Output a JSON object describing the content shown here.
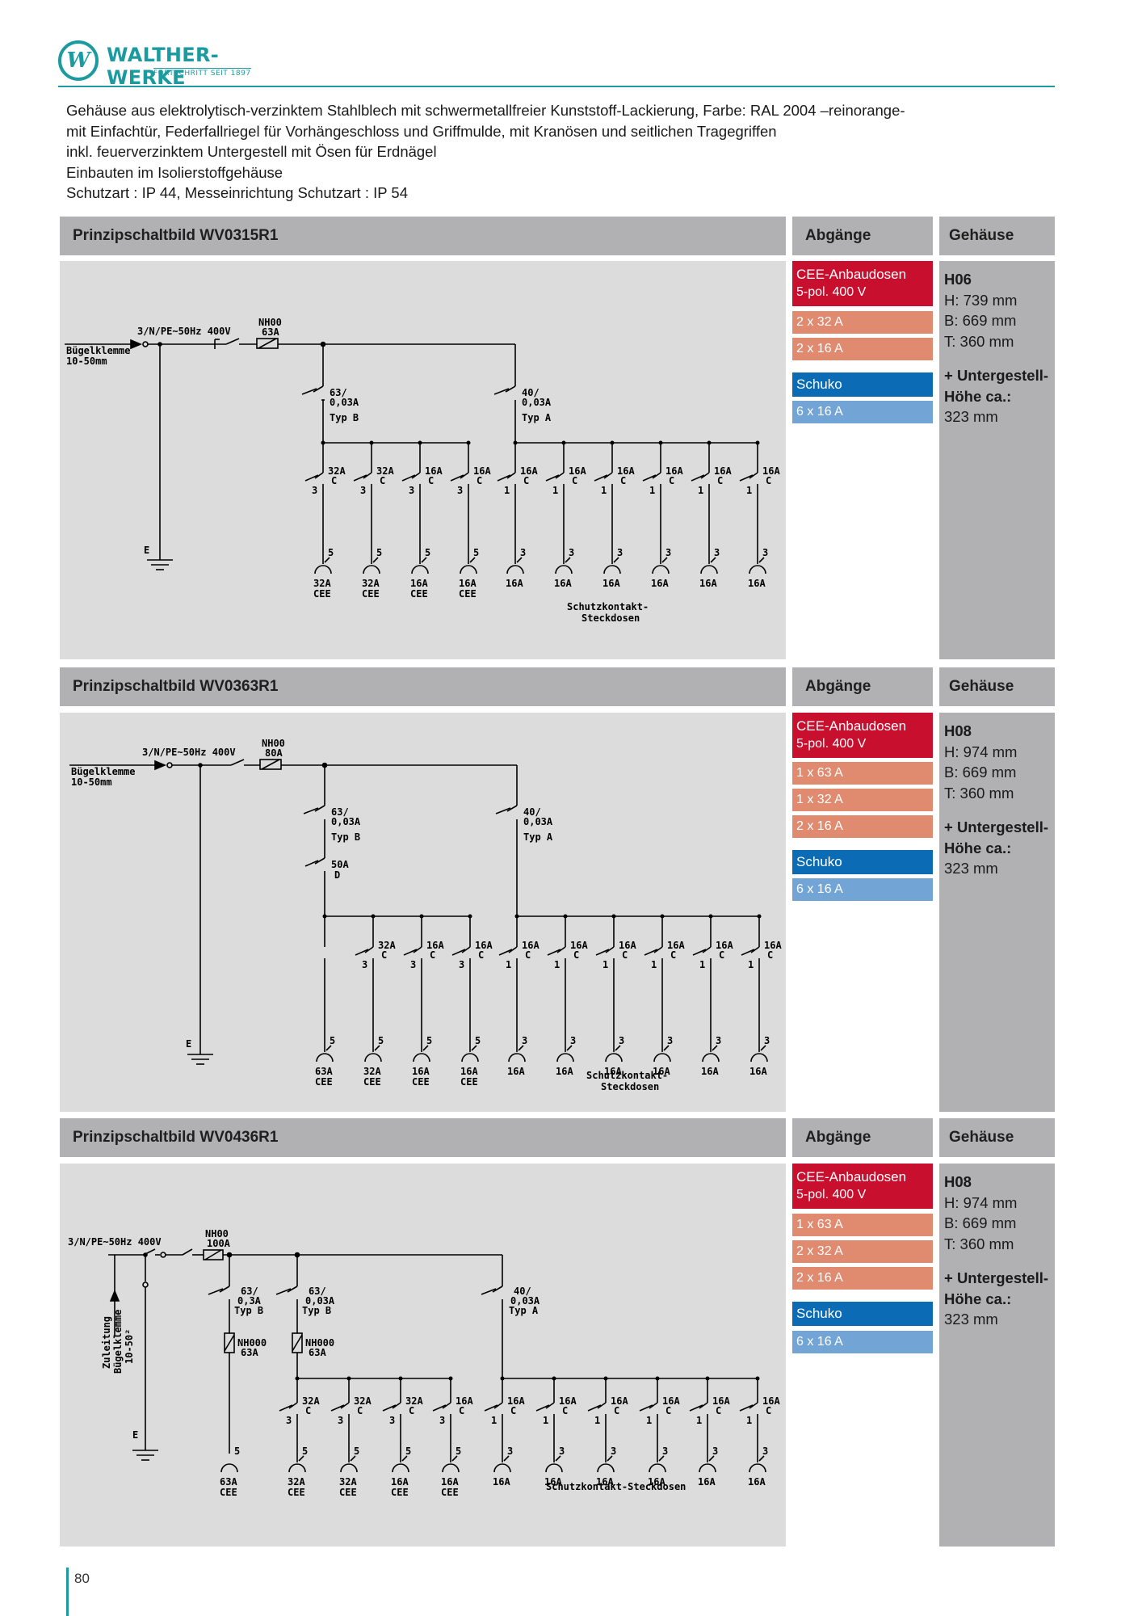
{
  "brand": {
    "name": "WALTHER-WERKE",
    "tagline": "FORTSCHRITT SEIT 1897",
    "logo_letters": "W",
    "color": "#1b9aa0"
  },
  "intro": [
    "Gehäuse aus elektrolytisch-verzinktem Stahlblech mit schwermetallfreier Kunststoff-Lackierung, Farbe: RAL 2004 –reinorange-",
    "mit Einfachtür, Federfallriegel für Vorhängeschloss und Griffmulde, mit Kranösen und seitlichen Tragegriffen",
    "inkl. feuerverzinktem Untergestell mit Ösen für Erdnägel",
    "Einbauten im Isolierstoffgehäuse",
    "Schutzart : IP 44, Messeinrichtung Schutzart : IP 54"
  ],
  "columns": {
    "outlets": "Abgänge",
    "housing": "Gehäuse"
  },
  "sections": [
    {
      "title": "Prinzipschaltbild WV0315R1",
      "supply": "3/N/PE~50Hz 400V",
      "terminal": [
        "Bügelklemme",
        "10-50mm"
      ],
      "fuse": [
        "NH00",
        "63A"
      ],
      "rcds": [
        [
          "63/",
          "0,03A",
          "Typ B"
        ],
        [
          "40/",
          "0,03A",
          "Typ A"
        ]
      ],
      "mcbs": [
        [
          "32A",
          "C"
        ],
        [
          "32A",
          "C"
        ],
        [
          "16A",
          "C"
        ],
        [
          "16A",
          "C"
        ],
        [
          "16A",
          "C"
        ],
        [
          "16A",
          "C"
        ],
        [
          "16A",
          "C"
        ],
        [
          "16A",
          "C"
        ],
        [
          "16A",
          "C"
        ],
        [
          "16A",
          "C"
        ]
      ],
      "sockets": [
        [
          "32A",
          "CEE"
        ],
        [
          "32A",
          "CEE"
        ],
        [
          "16A",
          "CEE"
        ],
        [
          "16A",
          "CEE"
        ],
        [
          "16A",
          ""
        ],
        [
          "16A",
          ""
        ],
        [
          "16A",
          ""
        ],
        [
          "16A",
          ""
        ],
        [
          "16A",
          ""
        ],
        [
          "16A",
          ""
        ]
      ],
      "schuko_label": [
        "Schutzkontakt-",
        "Steckdosen"
      ],
      "earth": "E",
      "outlets": {
        "cee_title": "CEE-Anbaudosen",
        "cee_sub": "5-pol. 400 V",
        "cee_items": [
          "2 x 32 A",
          "2 x 16 A"
        ],
        "schuko_title": "Schuko",
        "schuko_items": [
          "6 x 16 A"
        ]
      },
      "housing": {
        "code": "H06",
        "h": "H: 739 mm",
        "b": "B: 669 mm",
        "t": "T: 360 mm",
        "extra1": "+ Untergestell-",
        "extra2": "Höhe ca.:",
        "extra3": "323 mm"
      }
    },
    {
      "title": "Prinzipschaltbild WV0363R1",
      "supply": "3/N/PE~50Hz 400V",
      "terminal": [
        "Bügelklemme",
        "10-50mm"
      ],
      "fuse": [
        "NH00",
        "80A"
      ],
      "rcds": [
        [
          "63/",
          "0,03A",
          "Typ B"
        ],
        [
          "40/",
          "0,03A",
          "Typ A"
        ]
      ],
      "main_mcb": [
        "50A",
        "D"
      ],
      "mcbs": [
        [
          "32A",
          "C"
        ],
        [
          "16A",
          "C"
        ],
        [
          "16A",
          "C"
        ],
        [
          "16A",
          "C"
        ],
        [
          "16A",
          "C"
        ],
        [
          "16A",
          "C"
        ],
        [
          "16A",
          "C"
        ],
        [
          "16A",
          "C"
        ],
        [
          "16A",
          "C"
        ]
      ],
      "sockets": [
        [
          "63A",
          "CEE"
        ],
        [
          "32A",
          "CEE"
        ],
        [
          "16A",
          "CEE"
        ],
        [
          "16A",
          "CEE"
        ],
        [
          "16A",
          ""
        ],
        [
          "16A",
          ""
        ],
        [
          "16A",
          ""
        ],
        [
          "16A",
          ""
        ],
        [
          "16A",
          ""
        ],
        [
          "16A",
          ""
        ]
      ],
      "schuko_label": [
        "Schutzkontakt-",
        "Steckdosen"
      ],
      "earth": "E",
      "outlets": {
        "cee_title": "CEE-Anbaudosen",
        "cee_sub": "5-pol. 400 V",
        "cee_items": [
          "1 x 63 A",
          "1 x 32 A",
          "2 x 16 A"
        ],
        "schuko_title": "Schuko",
        "schuko_items": [
          "6 x 16 A"
        ]
      },
      "housing": {
        "code": "H08",
        "h": "H: 974 mm",
        "b": "B: 669 mm",
        "t": "T: 360 mm",
        "extra1": "+ Untergestell-",
        "extra2": "Höhe ca.:",
        "extra3": "323 mm"
      }
    },
    {
      "title": "Prinzipschaltbild WV0436R1",
      "supply": "3/N/PE~50Hz 400V",
      "terminal": [
        "Zuleitung",
        "Bügelklemme",
        "10-50²"
      ],
      "fuse": [
        "NH00",
        "100A"
      ],
      "rcds": [
        [
          "63/",
          "0,3A",
          "Typ B"
        ],
        [
          "63/",
          "0,03A",
          "Typ B"
        ],
        [
          "40/",
          "0,03A",
          "Typ A"
        ]
      ],
      "sub_fuses": [
        [
          "NH000",
          "63A"
        ],
        [
          "NH000",
          "63A"
        ]
      ],
      "mcbs": [
        [
          "32A",
          "C"
        ],
        [
          "32A",
          "C"
        ],
        [
          "32A",
          "C"
        ],
        [
          "16A",
          "C"
        ],
        [
          "16A",
          "C"
        ],
        [
          "16A",
          "C"
        ],
        [
          "16A",
          "C"
        ],
        [
          "16A",
          "C"
        ],
        [
          "16A",
          "C"
        ],
        [
          "16A",
          "C"
        ]
      ],
      "sockets": [
        [
          "63A",
          "CEE"
        ],
        [
          "32A",
          "CEE"
        ],
        [
          "32A",
          "CEE"
        ],
        [
          "16A",
          "CEE"
        ],
        [
          "16A",
          "CEE"
        ],
        [
          "16A",
          ""
        ],
        [
          "16A",
          ""
        ],
        [
          "16A",
          ""
        ],
        [
          "16A",
          ""
        ],
        [
          "16A",
          ""
        ],
        [
          "16A",
          ""
        ]
      ],
      "schuko_label": [
        "Schutzkontakt-Steckdosen"
      ],
      "earth": "E",
      "outlets": {
        "cee_title": "CEE-Anbaudosen",
        "cee_sub": "5-pol. 400 V",
        "cee_items": [
          "1 x 63 A",
          "2 x 32 A",
          "2 x 16 A"
        ],
        "schuko_title": "Schuko",
        "schuko_items": [
          "6 x 16 A"
        ]
      },
      "housing": {
        "code": "H08",
        "h": "H: 974 mm",
        "b": "B: 669 mm",
        "t": "T: 360 mm",
        "extra1": "+ Untergestell-",
        "extra2": "Höhe ca.:",
        "extra3": "323 mm"
      }
    }
  ],
  "page_number": "80",
  "colors": {
    "cee": "#c8102e",
    "cee_item": "#e08a70",
    "schuko": "#0b6cb5",
    "schuko_item": "#72a5d6",
    "header": "#b1b1b3",
    "diagram_bg": "#dcdcdc"
  }
}
